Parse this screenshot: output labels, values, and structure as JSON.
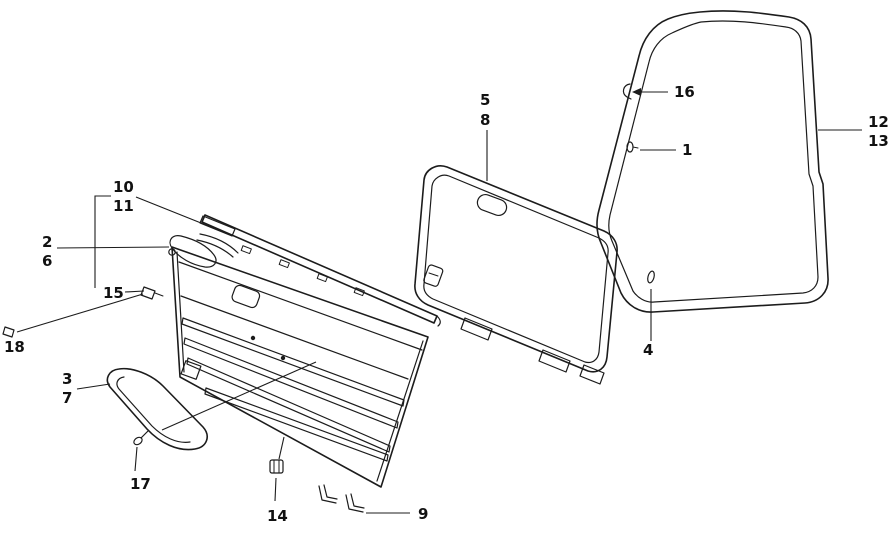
{
  "diagram": {
    "type": "exploded-parts-diagram",
    "subject": "door trim panel, inner shield and weatherstrip",
    "background_color": "#ffffff",
    "line_color": "#1c1c1c",
    "callouts": {
      "c1": "1",
      "c2": "2",
      "c3": "3",
      "c4": "4",
      "c5": "5",
      "c6": "6",
      "c7": "7",
      "c8": "8",
      "c9": "9",
      "c10": "10",
      "c11": "11",
      "c12": "12",
      "c13": "13",
      "c14": "14",
      "c15": "15",
      "c16": "16",
      "c17": "17",
      "c18": "18"
    }
  }
}
